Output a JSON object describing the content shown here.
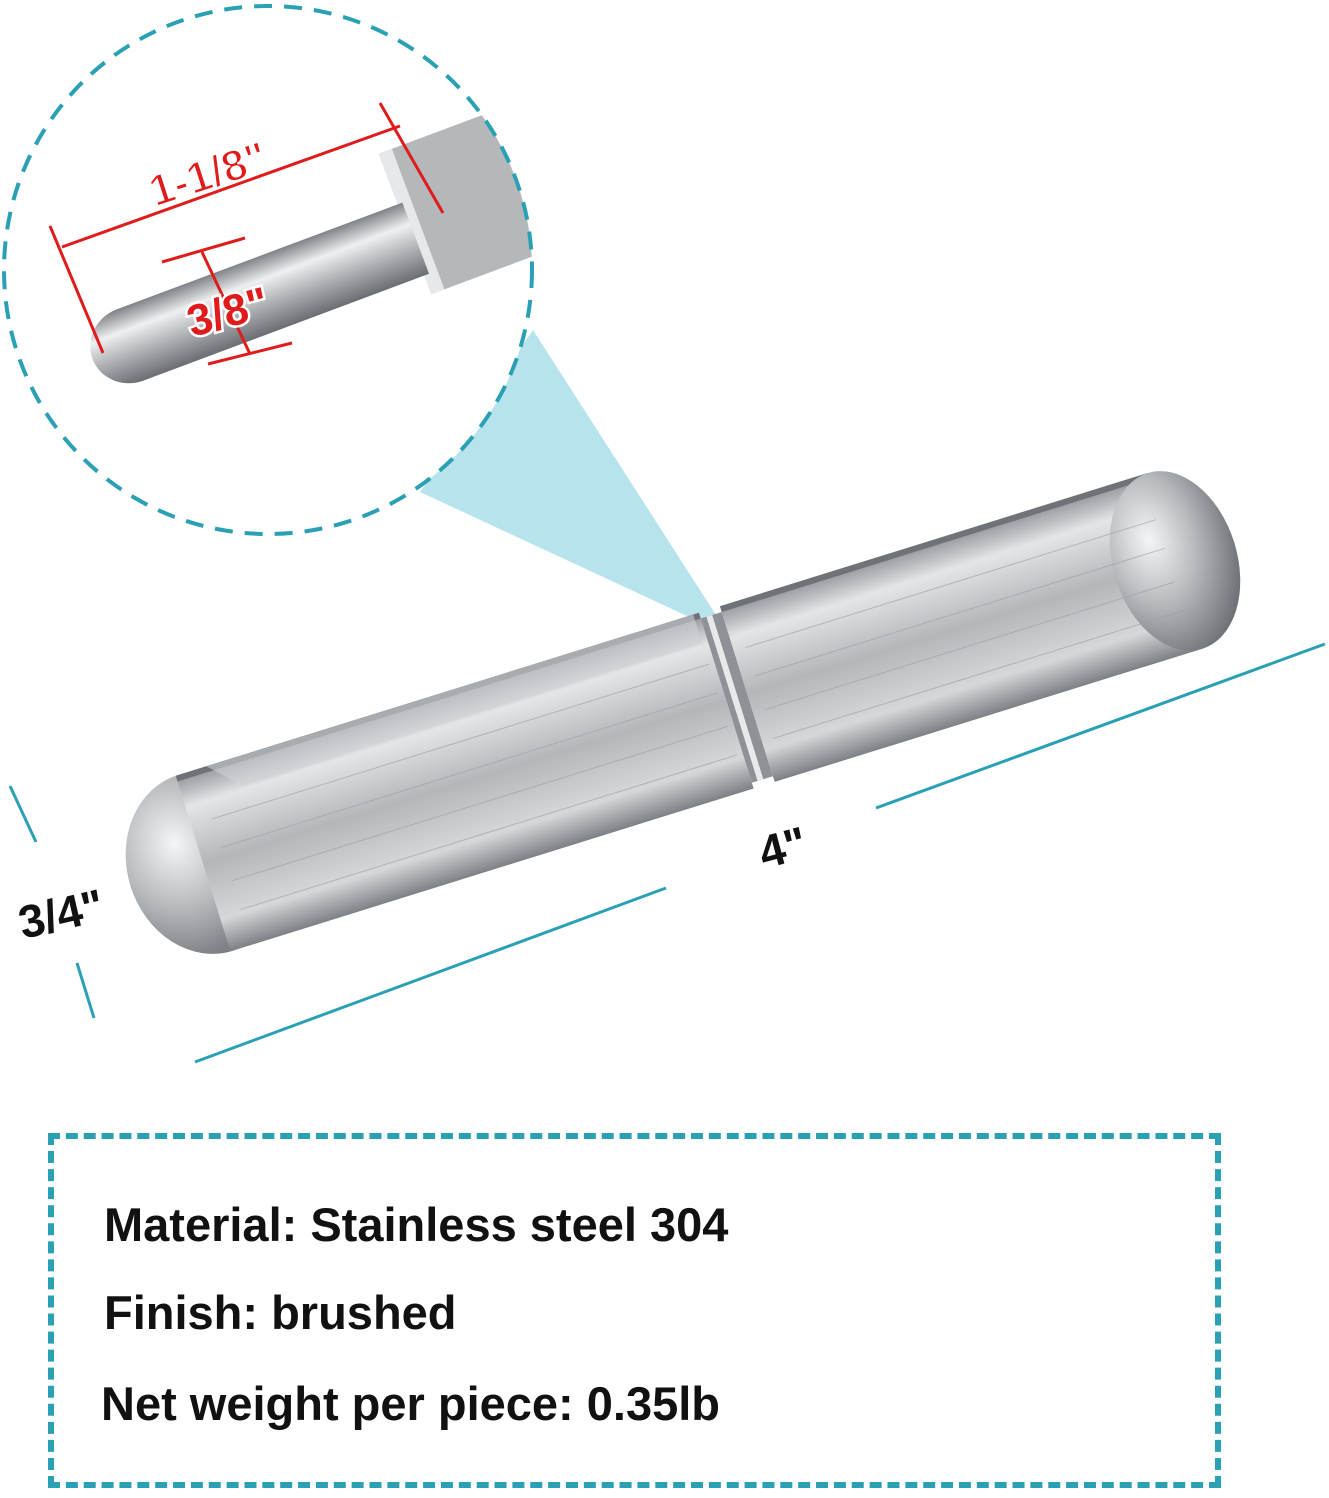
{
  "labels": {
    "pin_length": "1-1/8\"",
    "pin_diameter": "3/8\"",
    "length": "4\"",
    "diameter": "3/4\""
  },
  "specs": [
    "Material: Stainless steel 304",
    "Finish: brushed",
    "Net weight per piece: 0.35lb"
  ],
  "colors": {
    "accent": "#2aa0b5",
    "dimension_red": "#e01b1b",
    "steel": "#b9bcbf"
  }
}
